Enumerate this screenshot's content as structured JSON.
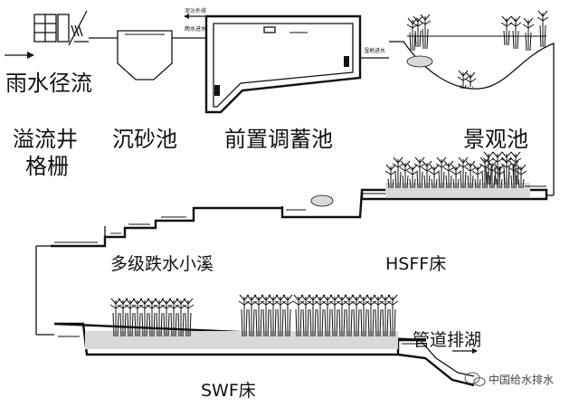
{
  "labels": {
    "runoff": "雨水径流",
    "overflow_line1": "溢流井",
    "overflow_line2": "格栅",
    "grit_chamber": "沉砂池",
    "pre_storage": "前置调蓄池",
    "landscape_pond": "景观池",
    "multistage_stream": "多级跌水小溪",
    "hsff_bed": "HSFF床",
    "swf_bed": "SWF床",
    "lake_discharge": "管道排湖"
  },
  "small_labels": {
    "lift_out": "泥沙外排",
    "rain_in": "雨水进水",
    "pond_out": "湿地进水"
  },
  "watermark": "中国给水排水",
  "icons": [
    "wechat-icon",
    "reed-plant-icon",
    "pump-icon",
    "grille-icon"
  ],
  "colors": {
    "line": "#111111",
    "gravel": "#d9d9d9",
    "background": "#ffffff"
  }
}
